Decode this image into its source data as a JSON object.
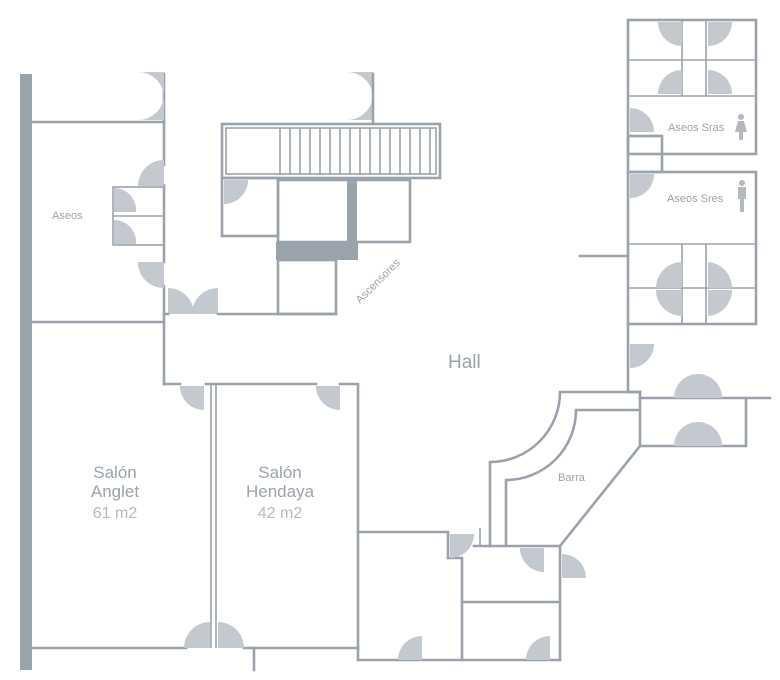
{
  "rooms": {
    "aseos": "Aseos",
    "aseos_sras": "Aseos Sras",
    "aseos_sres": "Aseos Sres",
    "ascensores": "Ascensores",
    "hall": "Hall",
    "barra": "Barra",
    "salon_anglet": {
      "name_line1": "Salón",
      "name_line2": "Anglet",
      "area": "61 m2"
    },
    "salon_hendaya": {
      "name_line1": "Salón",
      "name_line2": "Hendaya",
      "area": "42 m2"
    }
  },
  "icons": {
    "women": "female-person-icon",
    "men": "male-person-icon"
  },
  "colors": {
    "wall": "#9aa3ab",
    "door": "#c3c9ce",
    "label": "#9aa3ab"
  }
}
